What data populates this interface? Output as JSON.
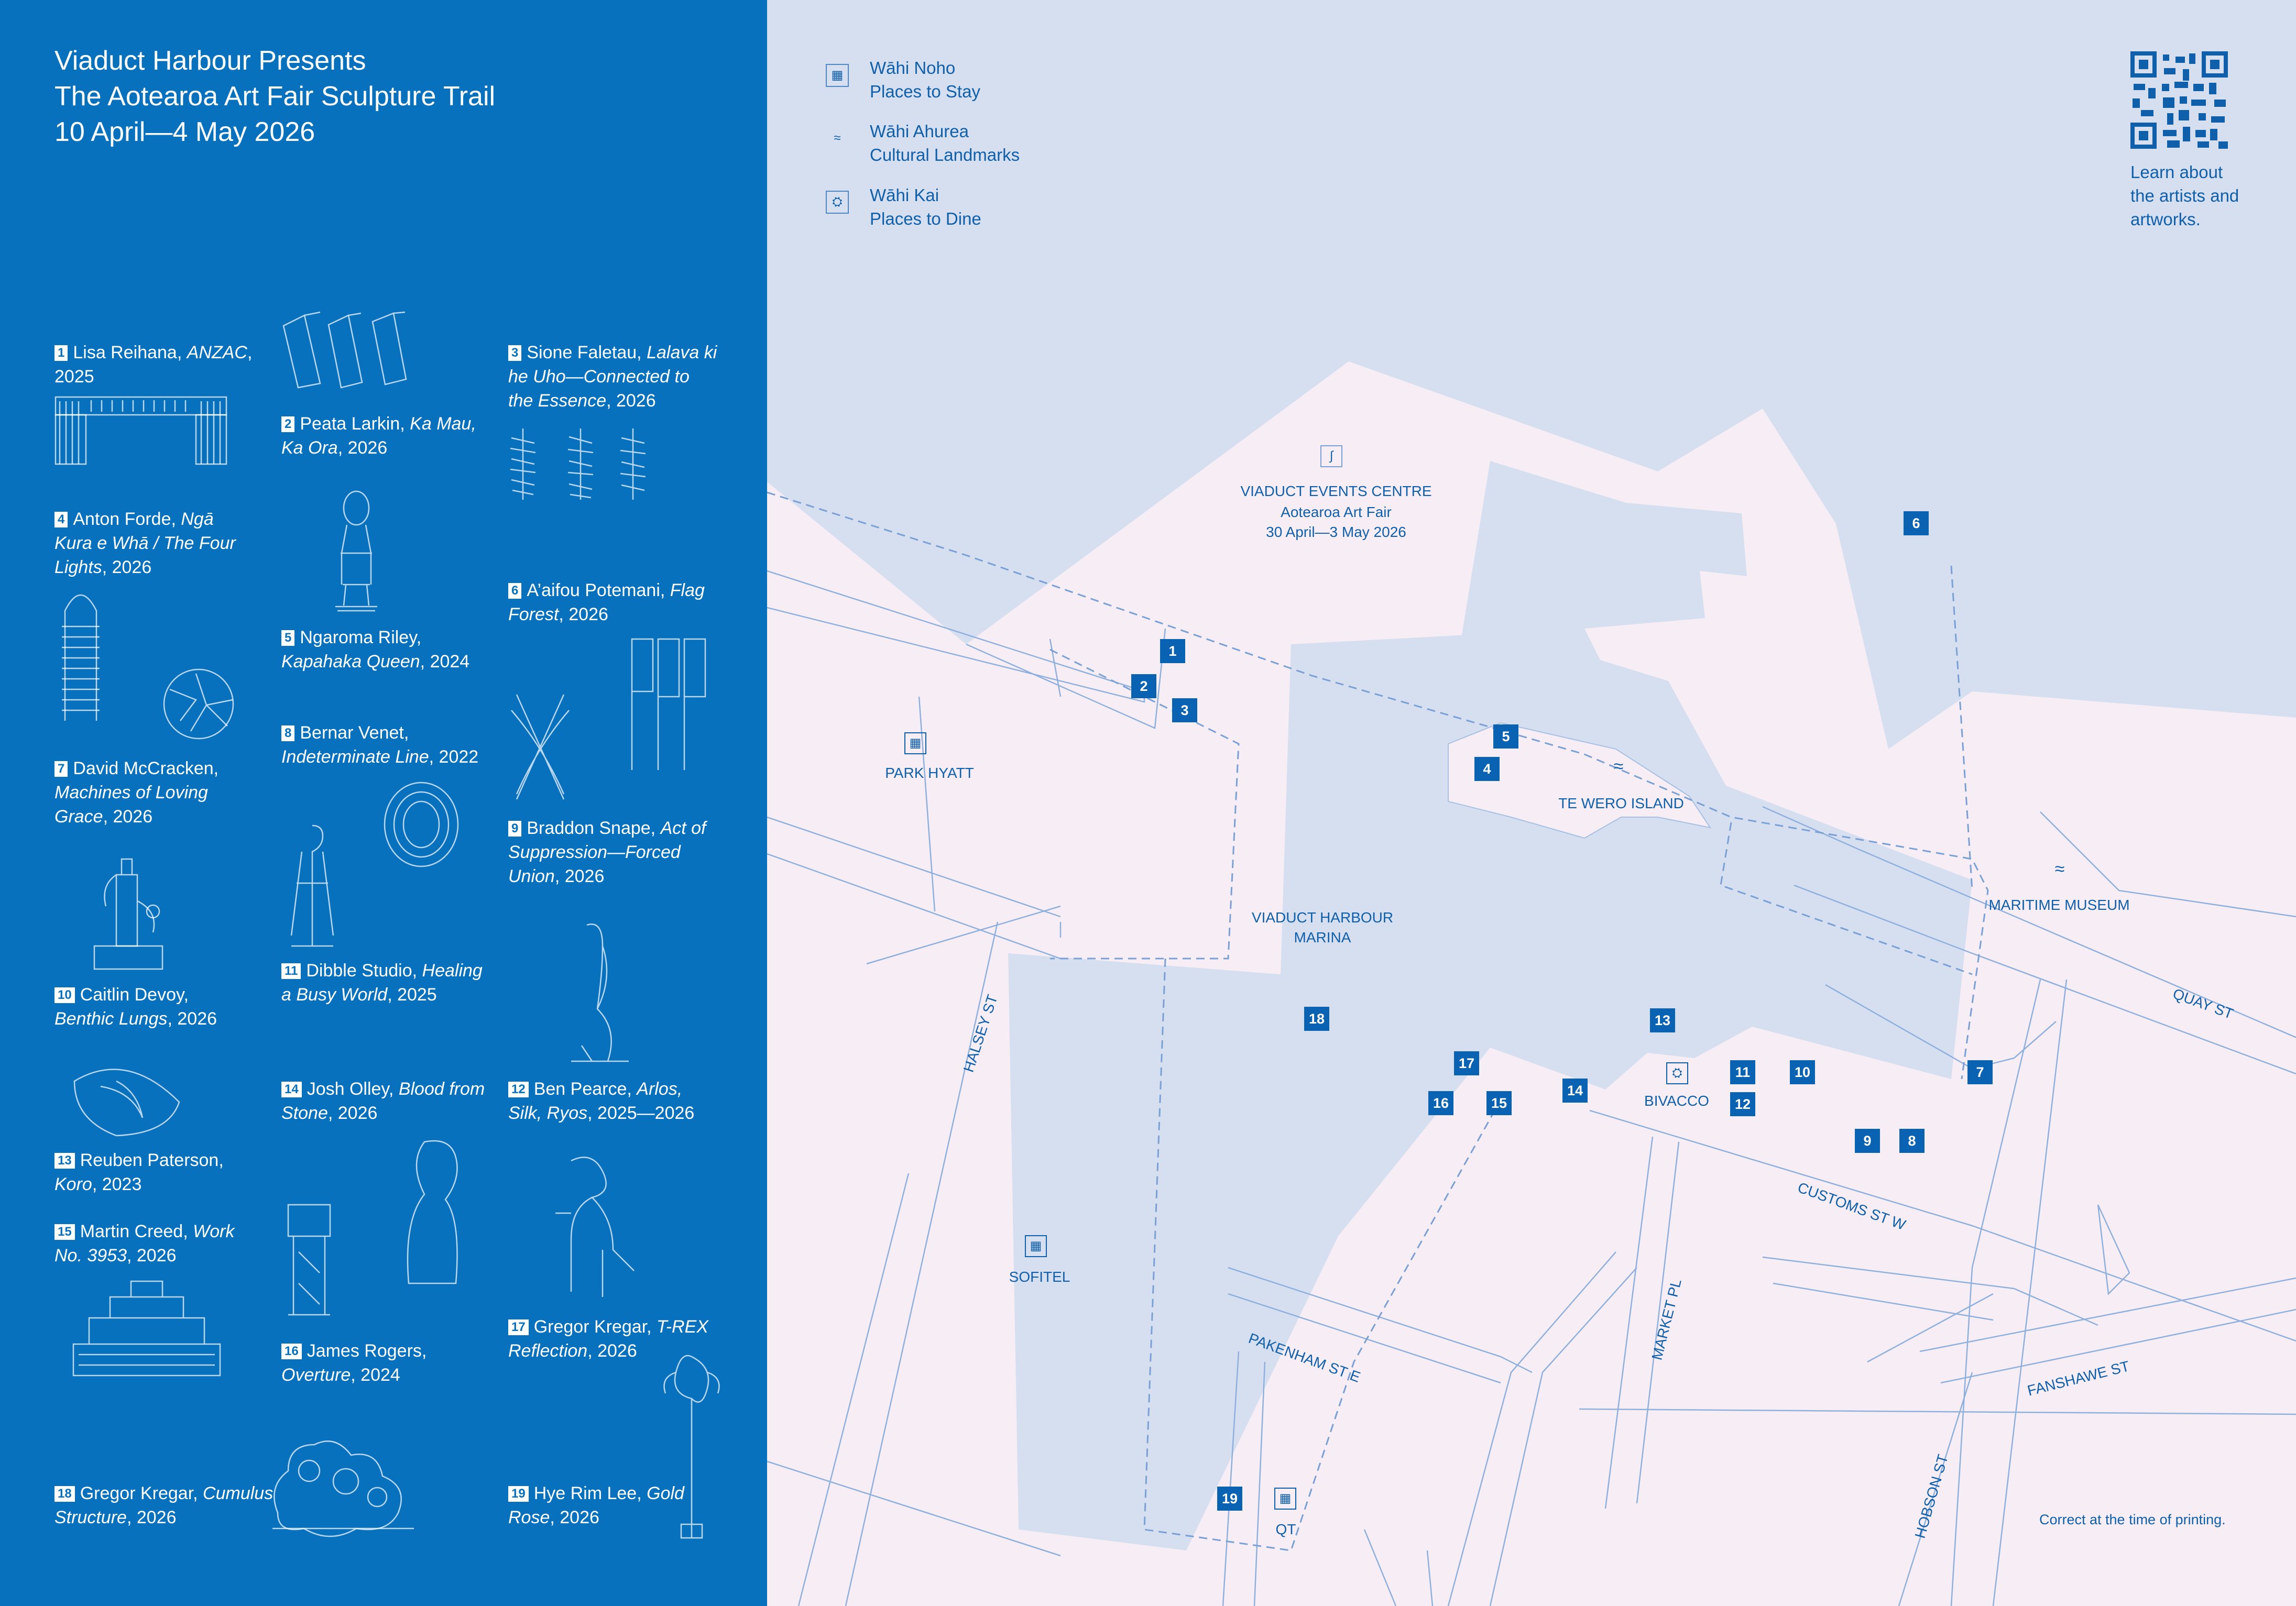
{
  "header": {
    "line1": "Viaduct Harbour Presents",
    "line2": "The Aotearoa Art Fair Sculpture Trail",
    "line3": "10 April—4 May 2026"
  },
  "artworks": [
    {
      "num": "1",
      "artist": "Lisa Reihana,",
      "title": "ANZAC",
      "year": ", 2025"
    },
    {
      "num": "2",
      "artist": "Peata Larkin,",
      "title": "Ka Mau, Ka Ora",
      "year": ", 2026"
    },
    {
      "num": "3",
      "artist": "Sione Faletau,",
      "title": "Lalava ki he Uho—Connected to the Essence",
      "year": ", 2026"
    },
    {
      "num": "4",
      "artist": "Anton Forde,",
      "title": "Ngā Kura e Whā / The Four Lights",
      "year": ", 2026"
    },
    {
      "num": "5",
      "artist": "Ngaroma Riley,",
      "title": "Kapahaka Queen",
      "year": ", 2024"
    },
    {
      "num": "6",
      "artist": "A’aifou Potemani,",
      "title": "Flag Forest",
      "year": ", 2026"
    },
    {
      "num": "7",
      "artist": "David McCracken,",
      "title": "Machines of Loving Grace",
      "year": ", 2026"
    },
    {
      "num": "8",
      "artist": "Bernar Venet,",
      "title": "Indeterminate Line",
      "year": ", 2022"
    },
    {
      "num": "9",
      "artist": "Braddon Snape,",
      "title": "Act of Suppression—Forced Union",
      "year": ", 2026"
    },
    {
      "num": "10",
      "artist": "Caitlin Devoy,",
      "title": "Benthic Lungs",
      "year": ", 2026"
    },
    {
      "num": "11",
      "artist": "Dibble Studio,",
      "title": "Healing a Busy World",
      "year": ", 2025"
    },
    {
      "num": "12",
      "artist": "Ben Pearce,",
      "title": "Arlos, Silk, Ryos",
      "year": ", 2025—2026"
    },
    {
      "num": "13",
      "artist": "Reuben Paterson,",
      "title": "Koro",
      "year": ", 2023"
    },
    {
      "num": "14",
      "artist": "Josh Olley,",
      "title": "Blood from Stone",
      "year": ", 2026"
    },
    {
      "num": "15",
      "artist": "Martin Creed,",
      "title": "Work No. 3953",
      "year": ", 2026"
    },
    {
      "num": "16",
      "artist": "James Rogers,",
      "title": "Overture",
      "year": ", 2024"
    },
    {
      "num": "17",
      "artist": "Gregor Kregar,",
      "title": "T-REX Reflection",
      "year": ", 2026"
    },
    {
      "num": "18",
      "artist": "Gregor Kregar,",
      "title": "Cumulus Structure",
      "year": ", 2026"
    },
    {
      "num": "19",
      "artist": "Hye Rim Lee,",
      "title": "Gold Rose",
      "year": ", 2026"
    }
  ],
  "legend": [
    {
      "icon": "bed-icon",
      "maori": "Wāhi Noho",
      "english": "Places to Stay"
    },
    {
      "icon": "wave-pattern-icon",
      "maori": "Wāhi Ahurea",
      "english": "Cultural Landmarks"
    },
    {
      "icon": "fork-knife-icon",
      "maori": "Wāhi Kai",
      "english": "Places to Dine"
    }
  ],
  "qr": {
    "text": "Learn about the artists and artworks."
  },
  "places": {
    "events_centre": "VIADUCT EVENTS CENTRE",
    "events_sub1": "Aotearoa Art Fair",
    "events_sub2": "30 April—3 May 2026",
    "park_hyatt": "PARK HYATT",
    "te_wero": "TE WERO ISLAND",
    "marina1": "VIADUCT HARBOUR",
    "marina2": "MARINA",
    "maritime": "MARITIME MUSEUM",
    "bivacco": "BIVACCO",
    "sofitel": "SOFITEL",
    "qt": "QT"
  },
  "streets": {
    "halsey": "HALSEY ST",
    "quay": "QUAY ST",
    "customs": "CUSTOMS ST W",
    "pakenham": "PAKENHAM ST E",
    "market": "MARKET PL",
    "fanshawe": "FANSHAWE ST",
    "hobson": "HOBSON ST"
  },
  "footnote": "Correct at the time of printing.",
  "colors": {
    "panel_blue": "#0871bd",
    "water": "#d5dff0",
    "land": "#f6eef4",
    "ink": "#0f5fab",
    "marker": "#0a62b2"
  }
}
